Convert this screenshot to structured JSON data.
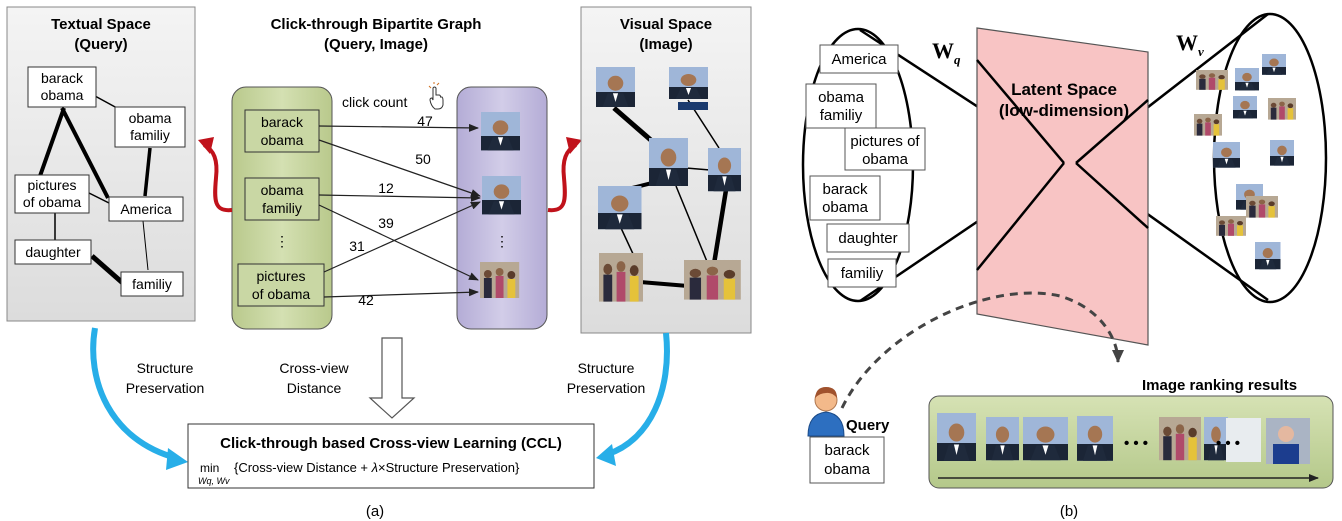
{
  "panel_a": {
    "textual_space": {
      "title1": "Textual Space",
      "title2": "(Query)"
    },
    "bipartite": {
      "title1": "Click-through Bipartite Graph",
      "title2": "(Query, Image)"
    },
    "visual_space": {
      "title1": "Visual Space",
      "title2": "(Image)"
    },
    "graph_nodes": {
      "barack_obama": [
        "barack",
        "obama"
      ],
      "obama_family": [
        "obama",
        "familiy"
      ],
      "pictures_of_obama": [
        "pictures",
        "of obama"
      ],
      "america": "America",
      "daughter": "daughter",
      "family": "familiy"
    },
    "query_boxes": {
      "q1": [
        "barack",
        "obama"
      ],
      "q2": [
        "obama",
        "familiy"
      ],
      "q3": [
        "pictures",
        "of obama"
      ],
      "ellipsis": "⋮"
    },
    "click_count_label": "click count",
    "edge_counts": [
      "47",
      "50",
      "12",
      "39",
      "31",
      "42"
    ],
    "image_ellipsis": "⋮",
    "left_arrow_label": [
      "Structure",
      "Preservation"
    ],
    "middle_arrow_label": [
      "Cross-view",
      "Distance"
    ],
    "right_arrow_label": [
      "Structure",
      "Preservation"
    ],
    "ccl": {
      "title": "Click-through based Cross-view Learning (CCL)",
      "min": "min",
      "subscript": "Wq, Wv",
      "formula_a": "{Cross-view Distance + ",
      "lambda": "λ",
      "times": "×",
      "formula_b": "Structure Preservation}"
    },
    "caption": "(a)"
  },
  "panel_b": {
    "wq": "W",
    "wq_sub": "q",
    "wv": "W",
    "wv_sub": "v",
    "latent_title1": "Latent Space",
    "latent_title2": "(low-dimension)",
    "text_items": {
      "america": "America",
      "obama_family": [
        "obama",
        "familiy"
      ],
      "pictures_of_obama": [
        "pictures of",
        "obama"
      ],
      "barack_obama": [
        "barack",
        "obama"
      ],
      "daughter": "daughter",
      "family": "familiy"
    },
    "query_label": "Query",
    "query_text": [
      "barack",
      "obama"
    ],
    "ranking_label": "Image ranking results",
    "ranking_dots": [
      "• • •",
      "• • •"
    ],
    "caption": "(b)"
  },
  "colors": {
    "green_panel": "#c9d7a4",
    "purple_panel": "#c9c3e0",
    "pink_plane": "#f8c4c4",
    "blue_arrow": "#27aee8",
    "red_arrow": "#c0121b",
    "gray_panel": "#f0f0f0"
  },
  "icons": [
    "cursor-hand-icon",
    "user-avatar-icon",
    "photo-thumbnail-icon"
  ]
}
